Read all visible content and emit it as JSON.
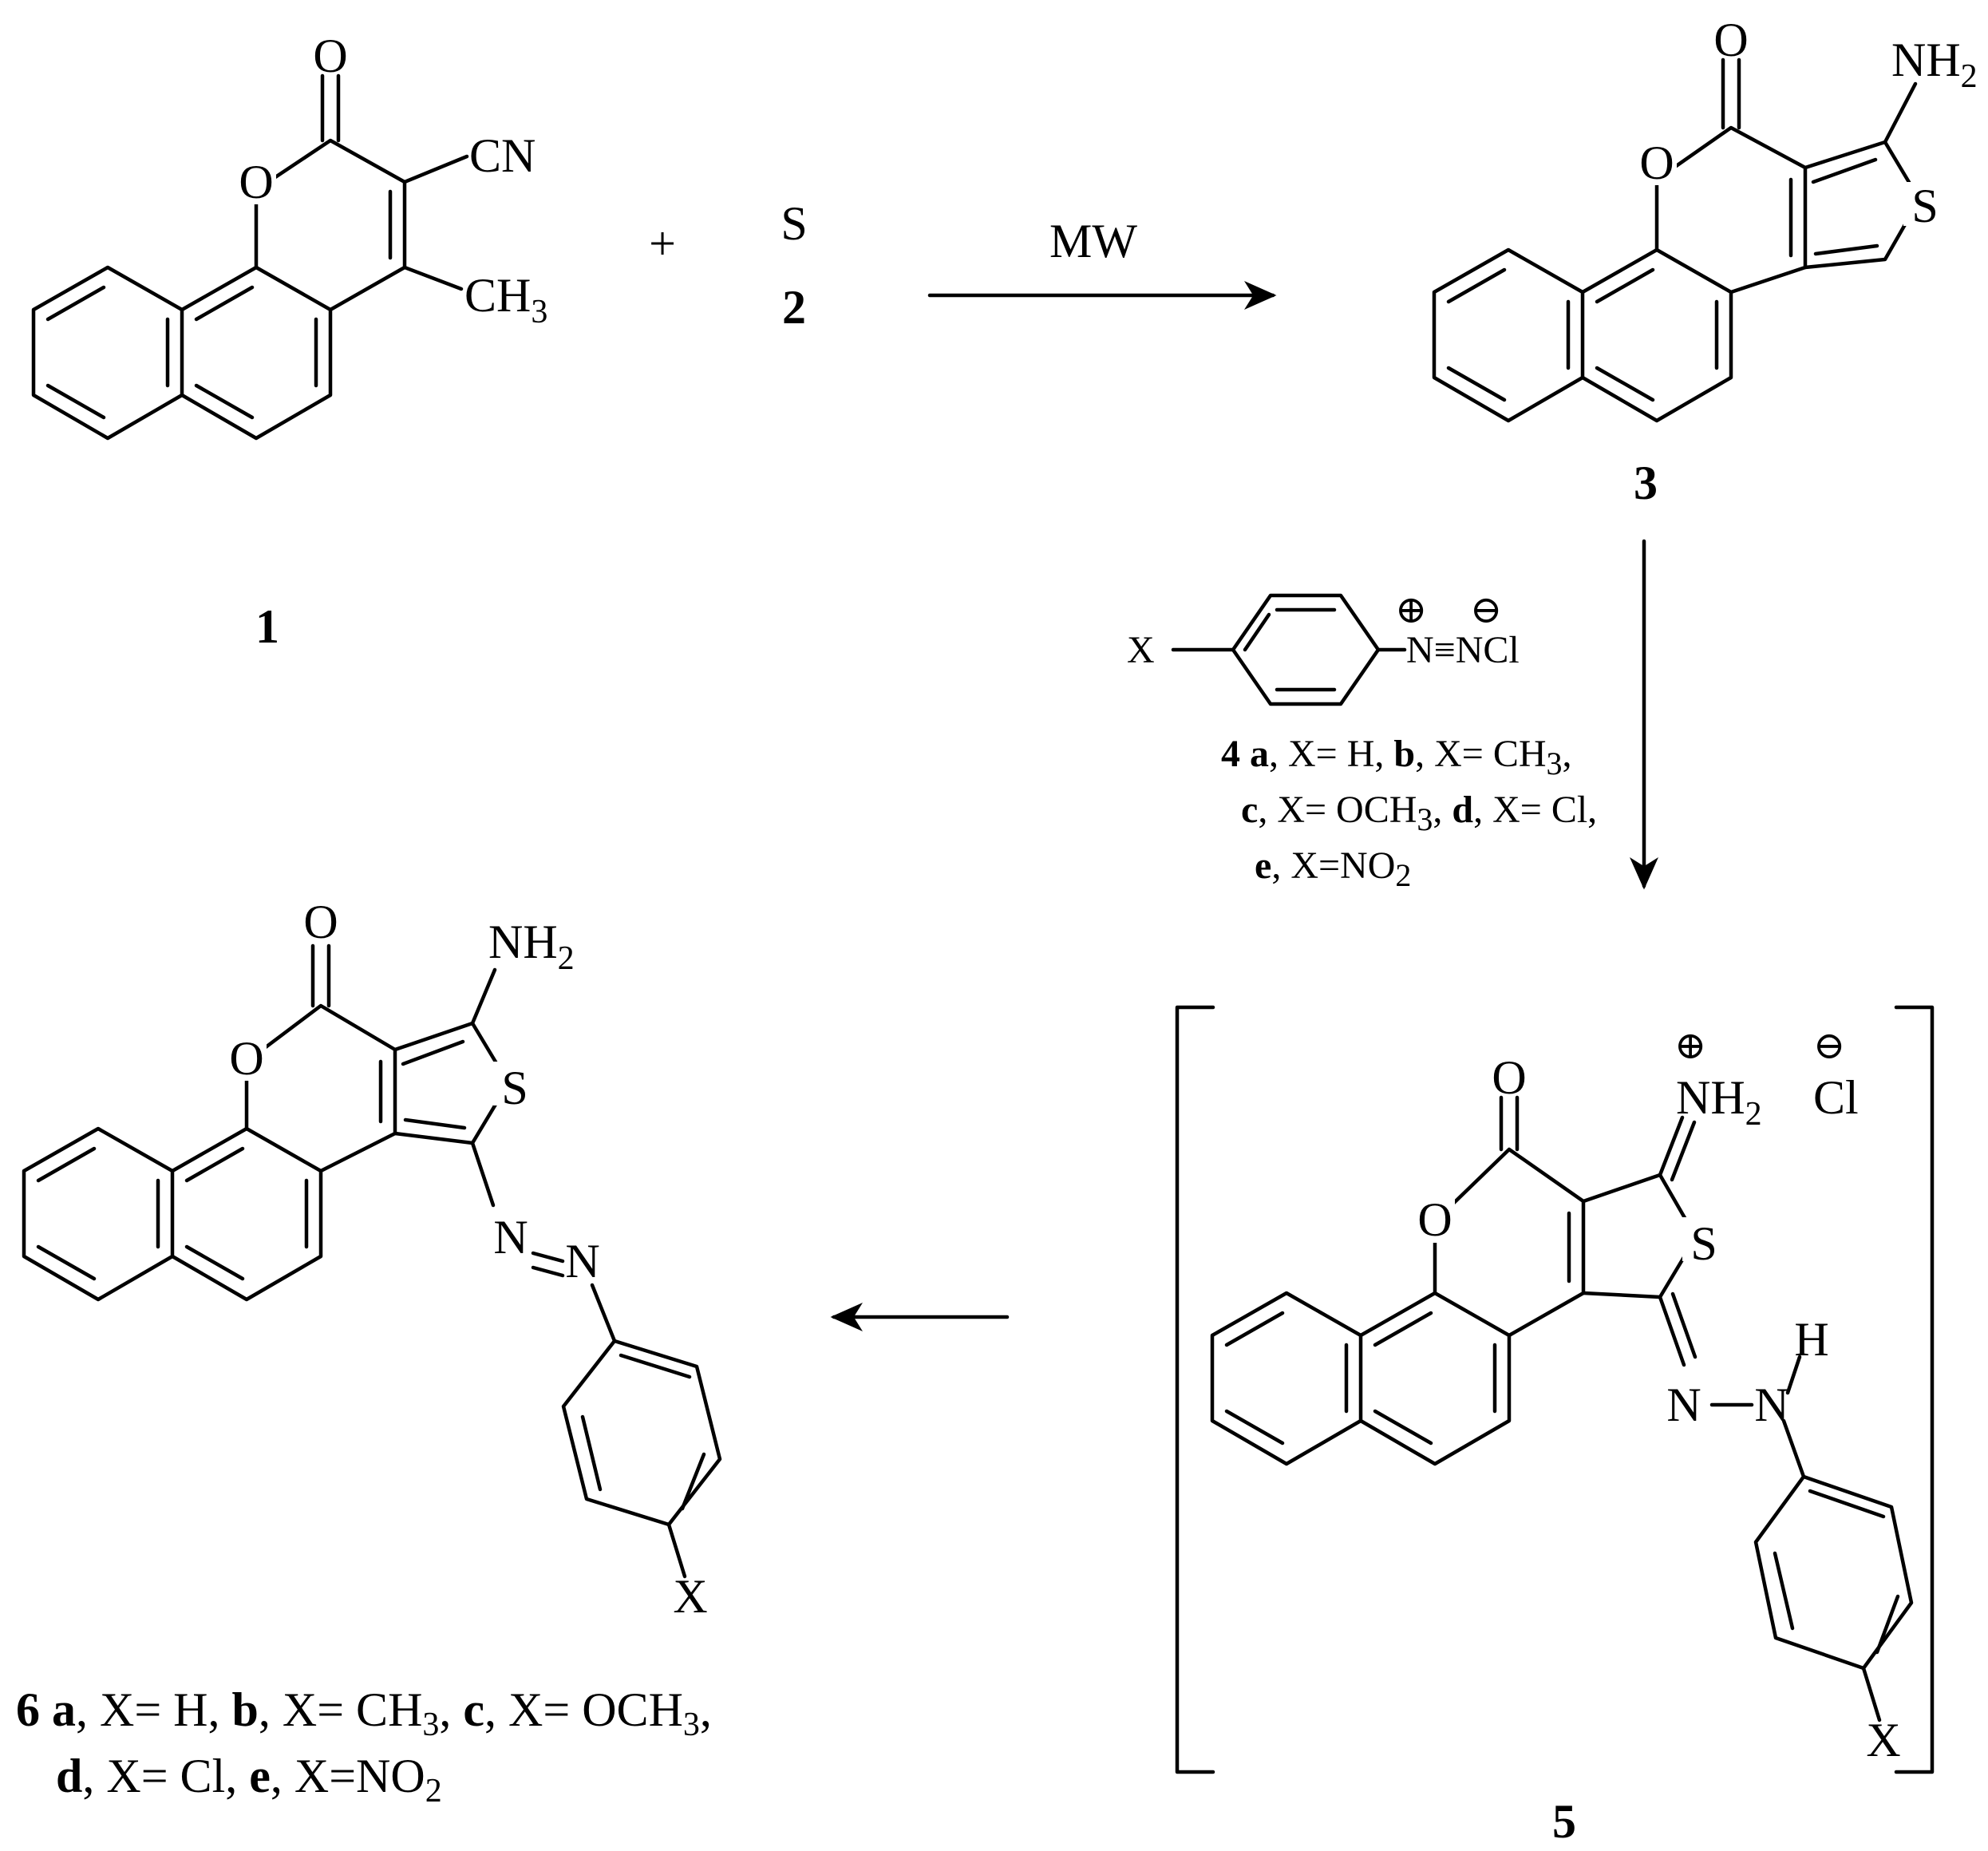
{
  "scheme": {
    "compound1": {
      "number": "1",
      "atoms": {
        "carbonyl_o": "O",
        "ring_o": "O",
        "cn": "CN",
        "ch3": "CH",
        "ch3_sub": "3"
      }
    },
    "plus": "+",
    "compound2": {
      "number": "2",
      "atom": "S"
    },
    "arrow1": {
      "label": "MW"
    },
    "compound3": {
      "number": "3",
      "atoms": {
        "carbonyl_o": "O",
        "ring_o": "O",
        "s": "S",
        "nh2": "NH",
        "nh2_sub": "2"
      }
    },
    "reagent4": {
      "x": "X",
      "plus_charge": "⊕",
      "minus_charge": "⊖",
      "diazo": "N≡NCl",
      "caption": {
        "num": "4",
        "a_letter": "a",
        "a_text": ", X= H,",
        "b_letter": "b",
        "b_text": ", X= CH",
        "b_sub": "3",
        "b_end": ",",
        "c_letter": "c",
        "c_text": ", X= OCH",
        "c_sub": "3",
        "c_end": ",",
        "d_letter": "d",
        "d_text": ", X= Cl,",
        "e_letter": "e",
        "e_text": ",  X=NO",
        "e_sub": "2"
      }
    },
    "compound5": {
      "number": "5",
      "atoms": {
        "carbonyl_o": "O",
        "ring_o": "O",
        "s": "S",
        "nh2": "NH",
        "nh2_sub": "2",
        "plus_charge": "⊕",
        "minus_charge": "⊖",
        "cl": "Cl",
        "n1": "N",
        "n2": "N",
        "h": "H",
        "x": "X"
      }
    },
    "compound6": {
      "atoms": {
        "carbonyl_o": "O",
        "ring_o": "O",
        "s": "S",
        "nh2": "NH",
        "nh2_sub": "2",
        "n1": "N",
        "n2": "N",
        "x": "X"
      },
      "caption": {
        "num": "6",
        "a_letter": "a",
        "a_text": ", X= H,",
        "b_letter": "b",
        "b_text": ", X= CH",
        "b_sub": "3",
        "b_end": ",",
        "c_letter": "c",
        "c_text": ", X= OCH",
        "c_sub": "3",
        "c_end": ",",
        "d_letter": "d",
        "d_text": ", X= Cl,",
        "e_letter": "e",
        "e_text": ",  X=NO",
        "e_sub": "2"
      }
    }
  }
}
